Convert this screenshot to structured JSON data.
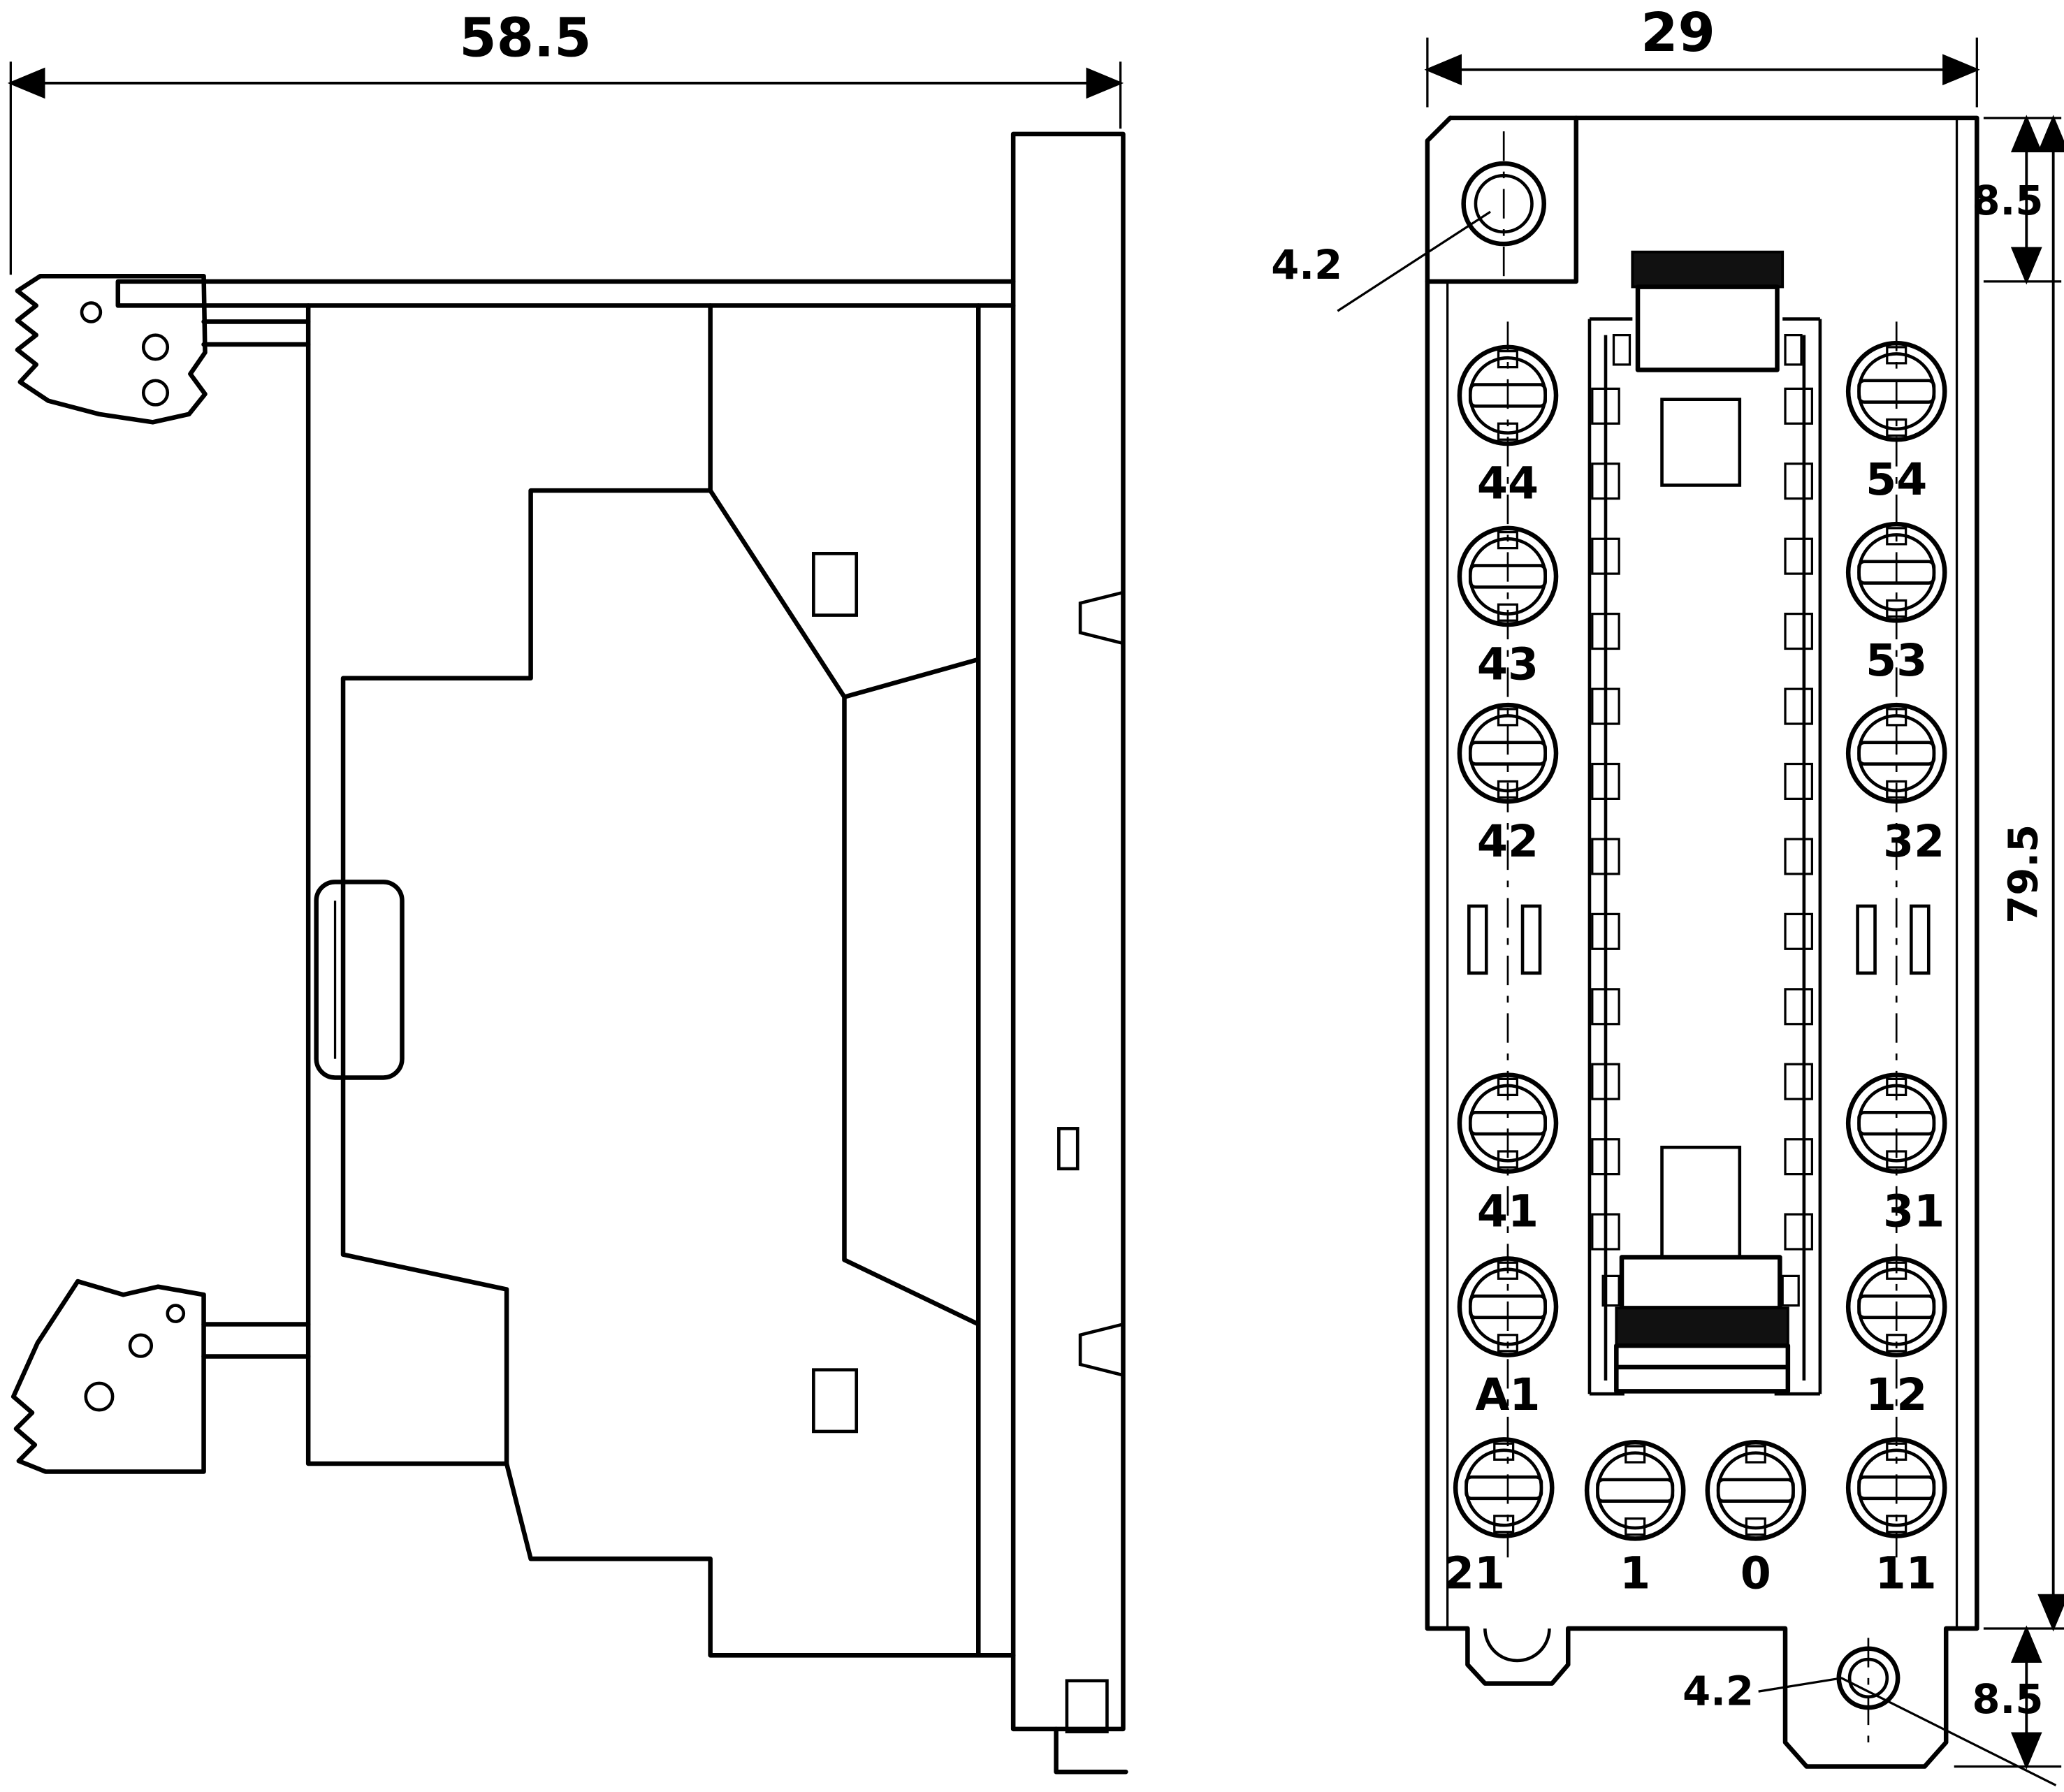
{
  "colors": {
    "line": "#000000",
    "background": "#ffffff"
  },
  "side_view": {
    "width_dim": "58.5"
  },
  "front_view": {
    "width_dim": "29",
    "height_dim": "79.5",
    "top_offset_dim": "8.5",
    "bottom_offset_dim": "8.5",
    "top_hole_label": "4.2",
    "bottom_hole_label": "4.2",
    "terminals": {
      "left_column": [
        "44",
        "43",
        "42",
        "41",
        "A1",
        "21"
      ],
      "right_column": [
        "54",
        "53",
        "32",
        "31",
        "12",
        "11"
      ],
      "bottom_row": [
        "1",
        "0"
      ]
    }
  }
}
